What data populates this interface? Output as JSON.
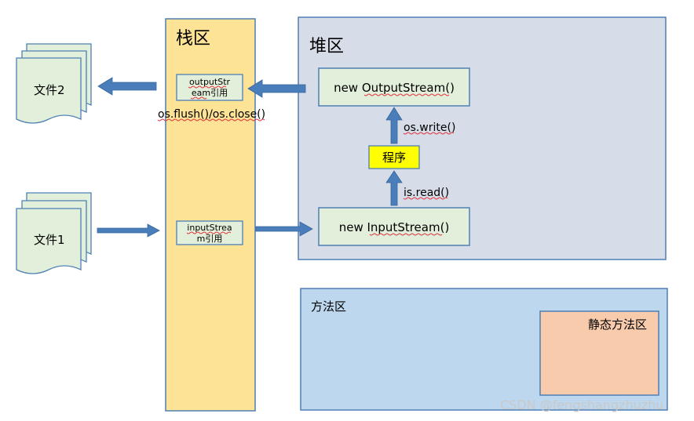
{
  "stack": {
    "title": "栈区"
  },
  "heap": {
    "title": "堆区"
  },
  "method_area": {
    "title": "方法区"
  },
  "static_method_area": {
    "title": "静态方法区"
  },
  "files": {
    "file2": "文件2",
    "file1": "文件1"
  },
  "output_ref": {
    "line1": "outputStr",
    "line2": "eam引用"
  },
  "input_ref": {
    "line1": "inputStrea",
    "line2": "m引用"
  },
  "flush_close": "os.flush()/os.close()",
  "new_output": "new OutputStream()",
  "new_input": "new InputStream()",
  "program": "程序",
  "os_write": "os.write()",
  "is_read": "is.read()",
  "watermark": "CSDN @fengshangzhuzhu",
  "colors": {
    "stack_fill": "#fde395",
    "heap_fill": "#d7dde8",
    "method_fill": "#bdd7ee",
    "static_fill": "#f8cbad",
    "object_fill": "#e2efda",
    "file_fill": "#e2efda",
    "program_fill": "#ffff00",
    "border": "#4f7fb5",
    "arrow": "#4a7ebb"
  },
  "icons": {
    "file_stack": "document-stack-icon",
    "arrow": "block-arrow-icon"
  }
}
